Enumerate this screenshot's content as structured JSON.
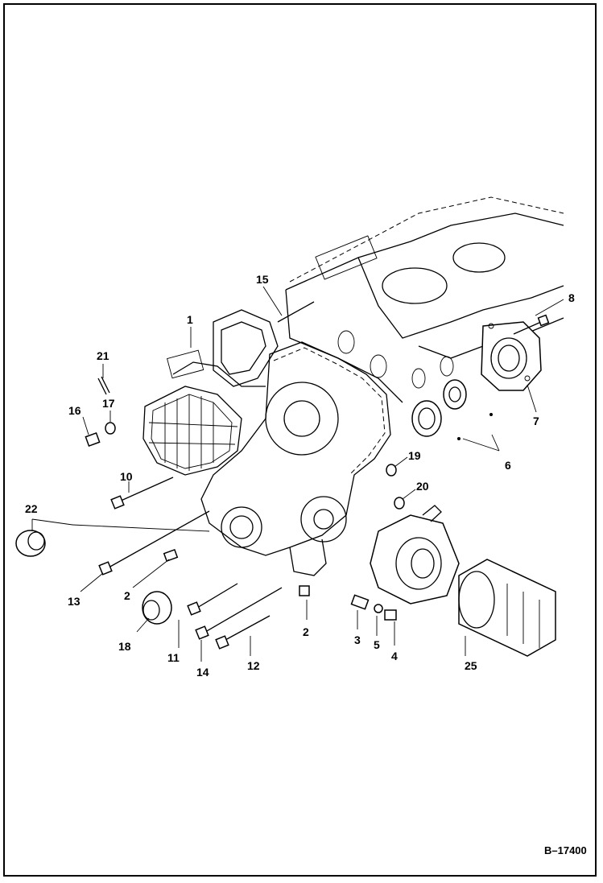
{
  "callouts": {
    "c1": "1",
    "c2a": "2",
    "c2b": "2",
    "c3": "3",
    "c4": "4",
    "c5": "5",
    "c6": "6",
    "c7": "7",
    "c8": "8",
    "c10": "10",
    "c11": "11",
    "c12": "12",
    "c13": "13",
    "c14": "14",
    "c15": "15",
    "c16": "16",
    "c17": "17",
    "c18": "18",
    "c19": "19",
    "c20": "20",
    "c21": "21",
    "c22": "22",
    "c25": "25"
  },
  "reference": "B–17400"
}
